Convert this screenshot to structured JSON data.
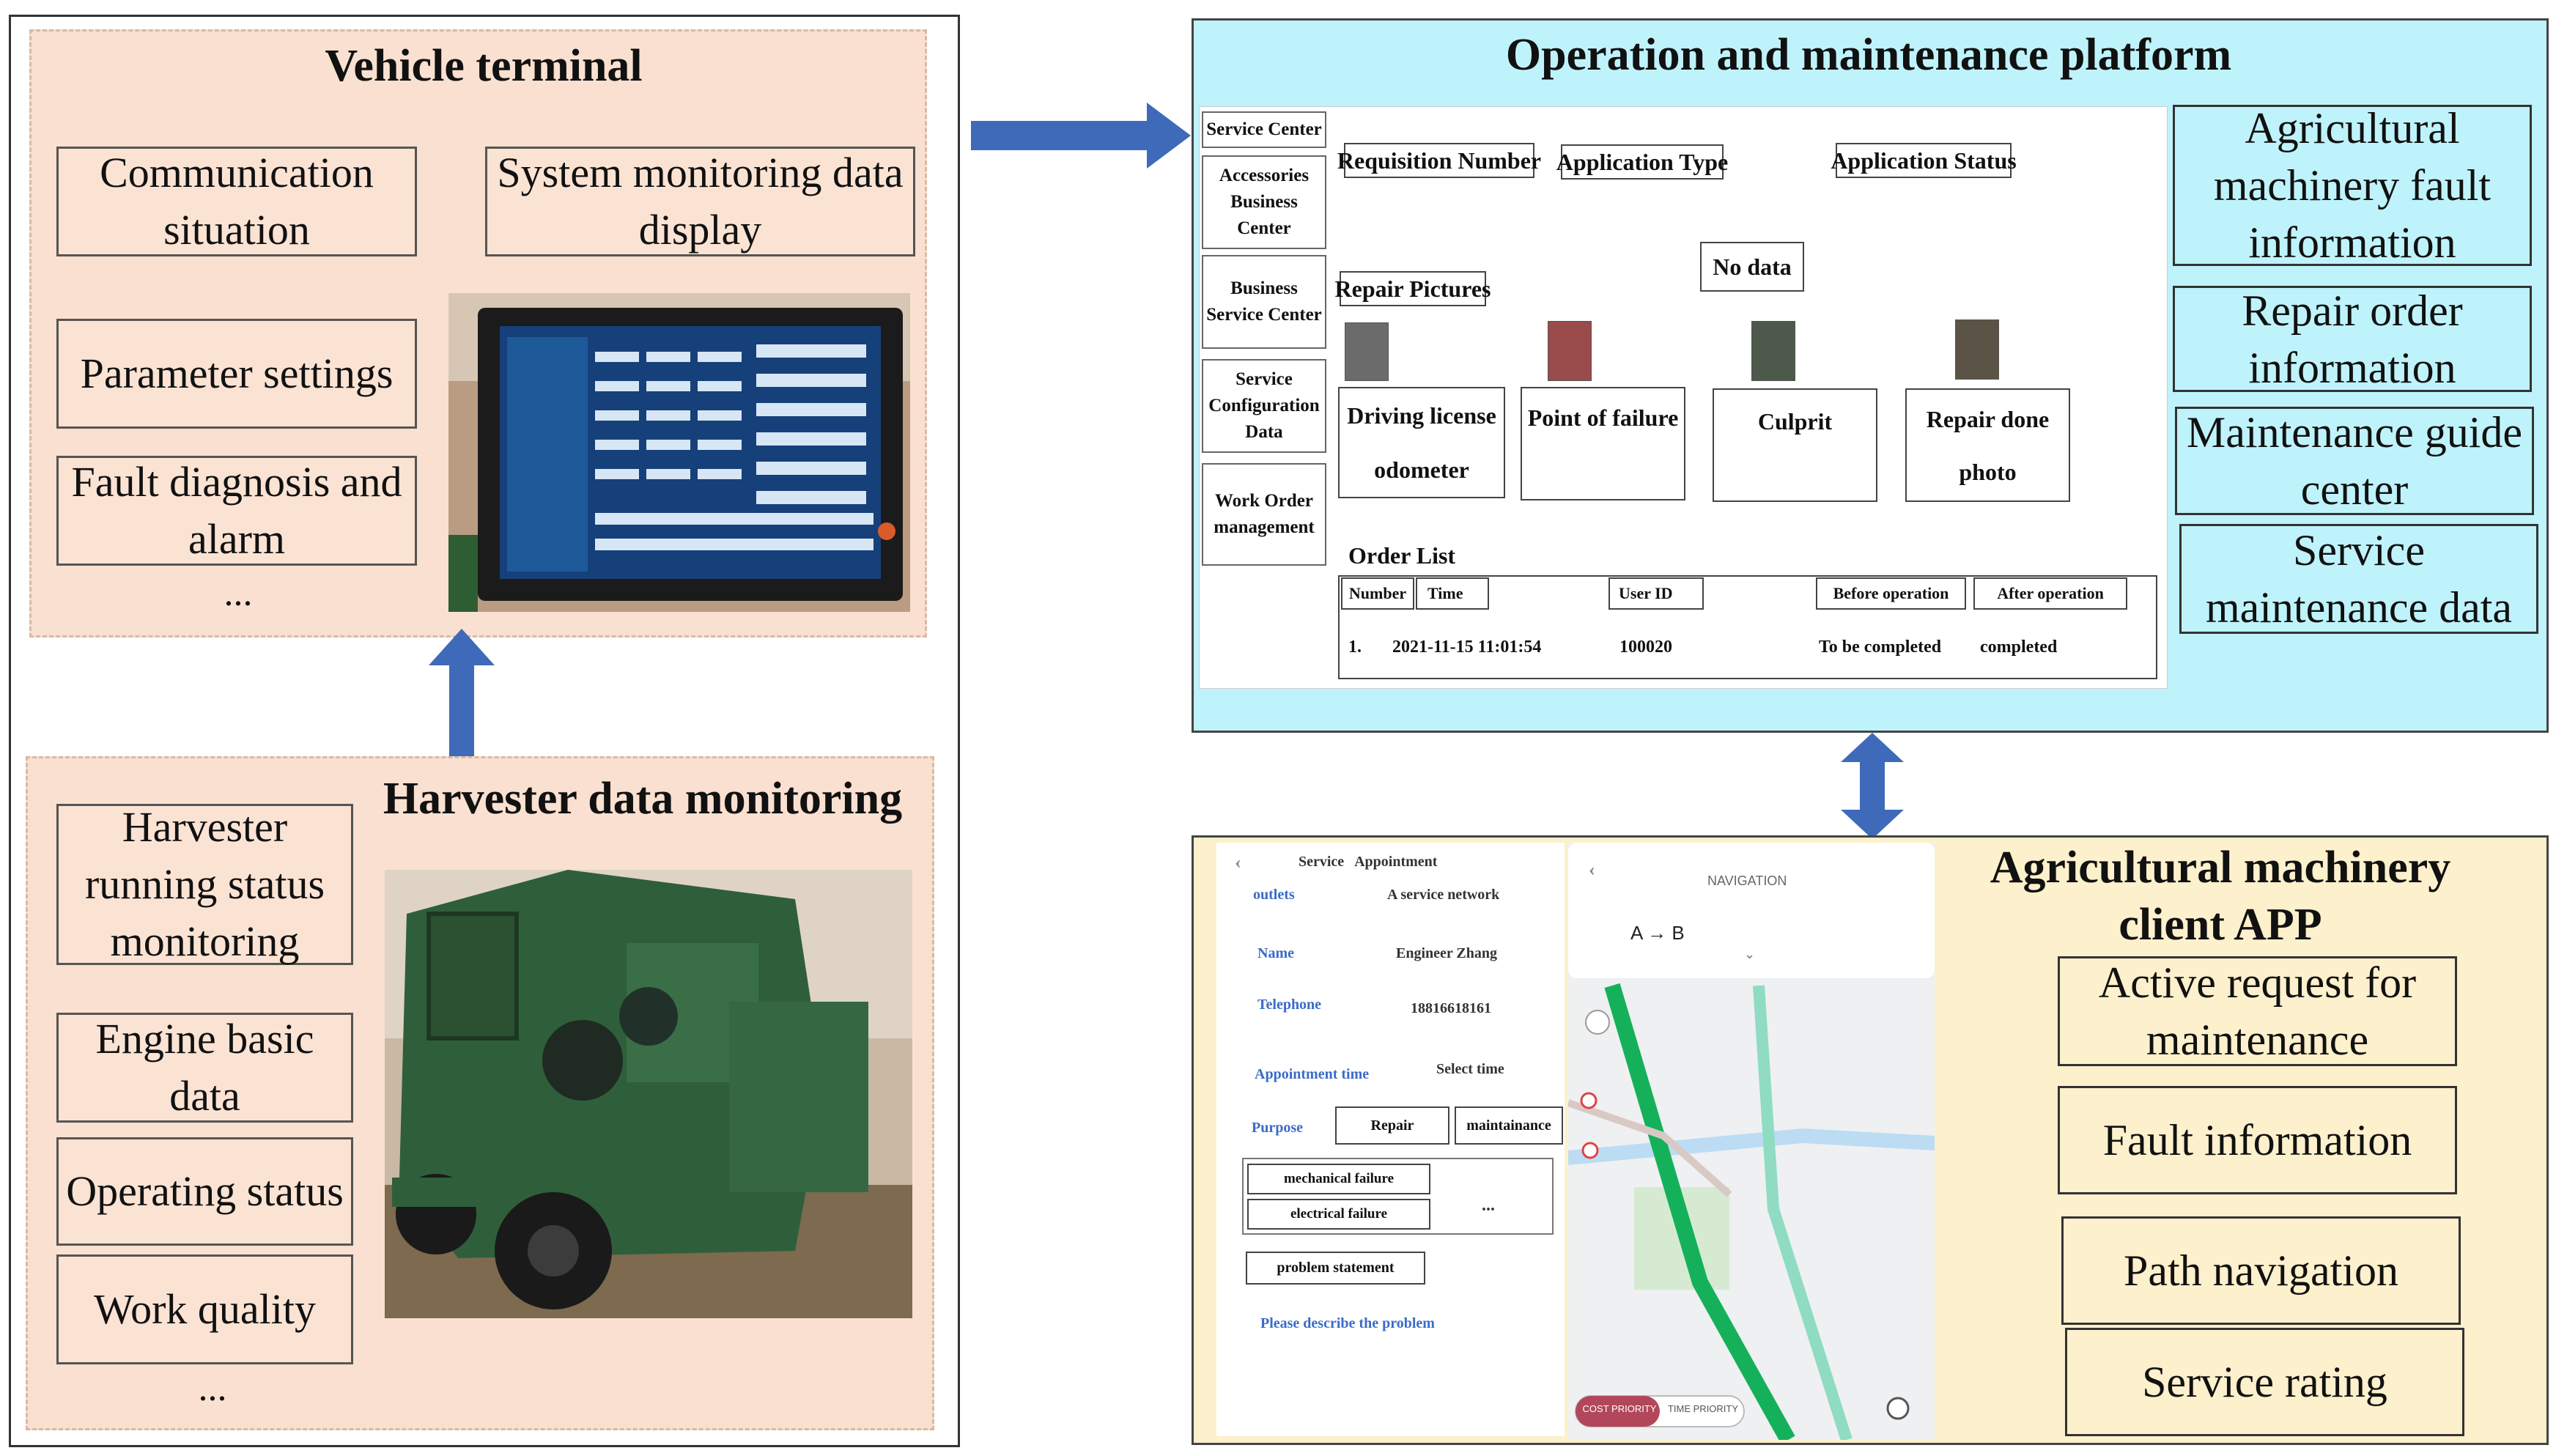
{
  "vehicle_terminal": {
    "title": "Vehicle terminal",
    "items": [
      "Communication situation",
      "System monitoring data display",
      "Parameter settings",
      "Fault diagnosis and alarm"
    ],
    "ellipsis": "..."
  },
  "harvester_monitoring": {
    "title": "Harvester data monitoring",
    "items": [
      "Harvester running status monitoring",
      "Engine basic data",
      "Operating status",
      "Work quality"
    ],
    "ellipsis": "..."
  },
  "platform": {
    "title": "Operation and maintenance platform",
    "sidebar": [
      "Service Center",
      "Accessories Business Center",
      "Business Service Center",
      "Service Configuration Data",
      "Work Order management"
    ],
    "headers": [
      "Requisition Number",
      "Application Type",
      "Application Status"
    ],
    "no_data": "No data",
    "repair_pictures": "Repair Pictures",
    "photo_labels": [
      "Driving  license odometer",
      "Point of failure",
      "Culprit",
      "Repair done photo"
    ],
    "order_list": "Order List",
    "table_headers": [
      "Number",
      "Time",
      "User ID",
      "Before operation",
      "After operation"
    ],
    "row": {
      "number": "1.",
      "time": "2021-11-15 11:01:54",
      "user_id": "100020",
      "before": "To be completed",
      "after": "completed"
    },
    "right_items": [
      "Agricultural machinery fault information",
      "Repair order information",
      "Maintenance guide center",
      "Service maintenance data"
    ]
  },
  "app": {
    "title": "Agricultural machinery client APP",
    "items": [
      "Active request for maintenance",
      "Fault information",
      "Path navigation",
      "Service rating"
    ],
    "form": {
      "header": "Service   Appointment",
      "outlets_label": "outlets",
      "outlets_value": "A service network",
      "name_label": "Name",
      "name_value": "Engineer Zhang",
      "phone_label": "Telephone",
      "phone_value": "18816618161",
      "time_label": "Appointment time",
      "time_value": "Select time",
      "purpose_label": "Purpose",
      "purpose_options": [
        "Repair",
        "maintainance"
      ],
      "failures": [
        "mechanical failure",
        "electrical failure"
      ],
      "failure_more": "...",
      "problem_label": "problem statement",
      "problem_placeholder": "Please describe the problem"
    },
    "nav": {
      "header": "NAVIGATION",
      "route": "A → B",
      "cost_priority": "COST PRIORITY",
      "time_priority": "TIME PRIORITY"
    }
  },
  "colors": {
    "peach": "#f9e0d0",
    "cyan": "#bff3fb",
    "yellow": "#fdf0cc",
    "arrow_blue": "#3e6ab9"
  }
}
